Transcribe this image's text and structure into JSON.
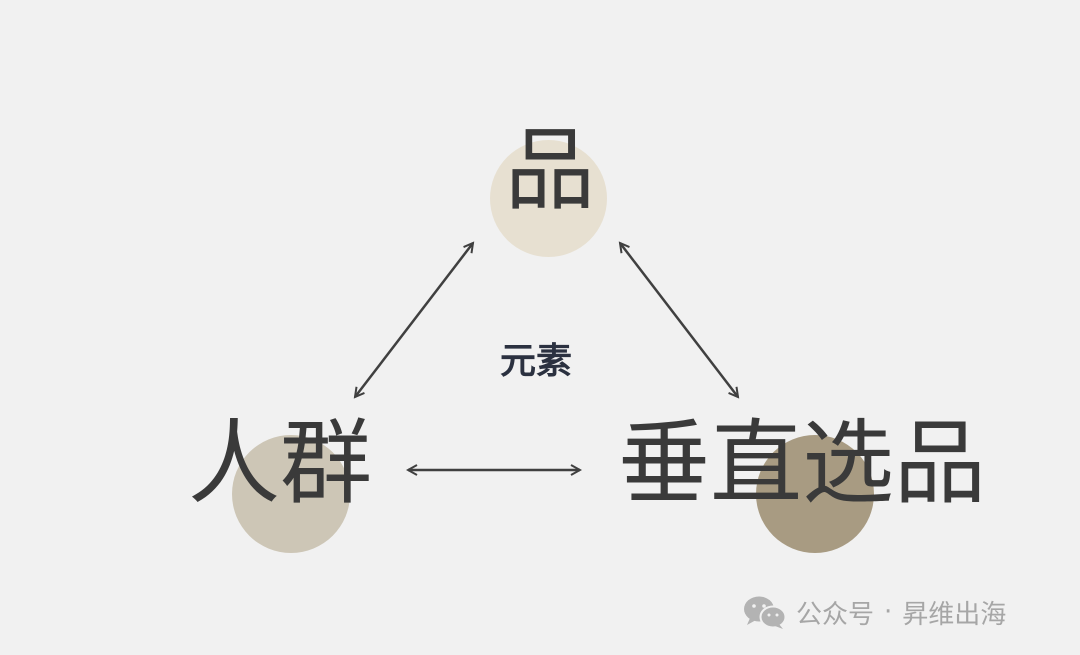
{
  "diagram": {
    "nodes": {
      "top": {
        "label": "品"
      },
      "left": {
        "label": "人群"
      },
      "right": {
        "label": "垂直选品"
      }
    },
    "center_label": "元素",
    "colors": {
      "text": "#3a3a3a",
      "center_text": "#2b3140",
      "arrow": "#404040",
      "circle_top": "#e7e0d1",
      "circle_left": "#cdc6b6",
      "circle_right": "#a89b82",
      "background": "#f1f1f1"
    }
  },
  "watermark": {
    "icon": "wechat-icon",
    "source": "公众号",
    "separator": "·",
    "account": "昇维出海"
  }
}
